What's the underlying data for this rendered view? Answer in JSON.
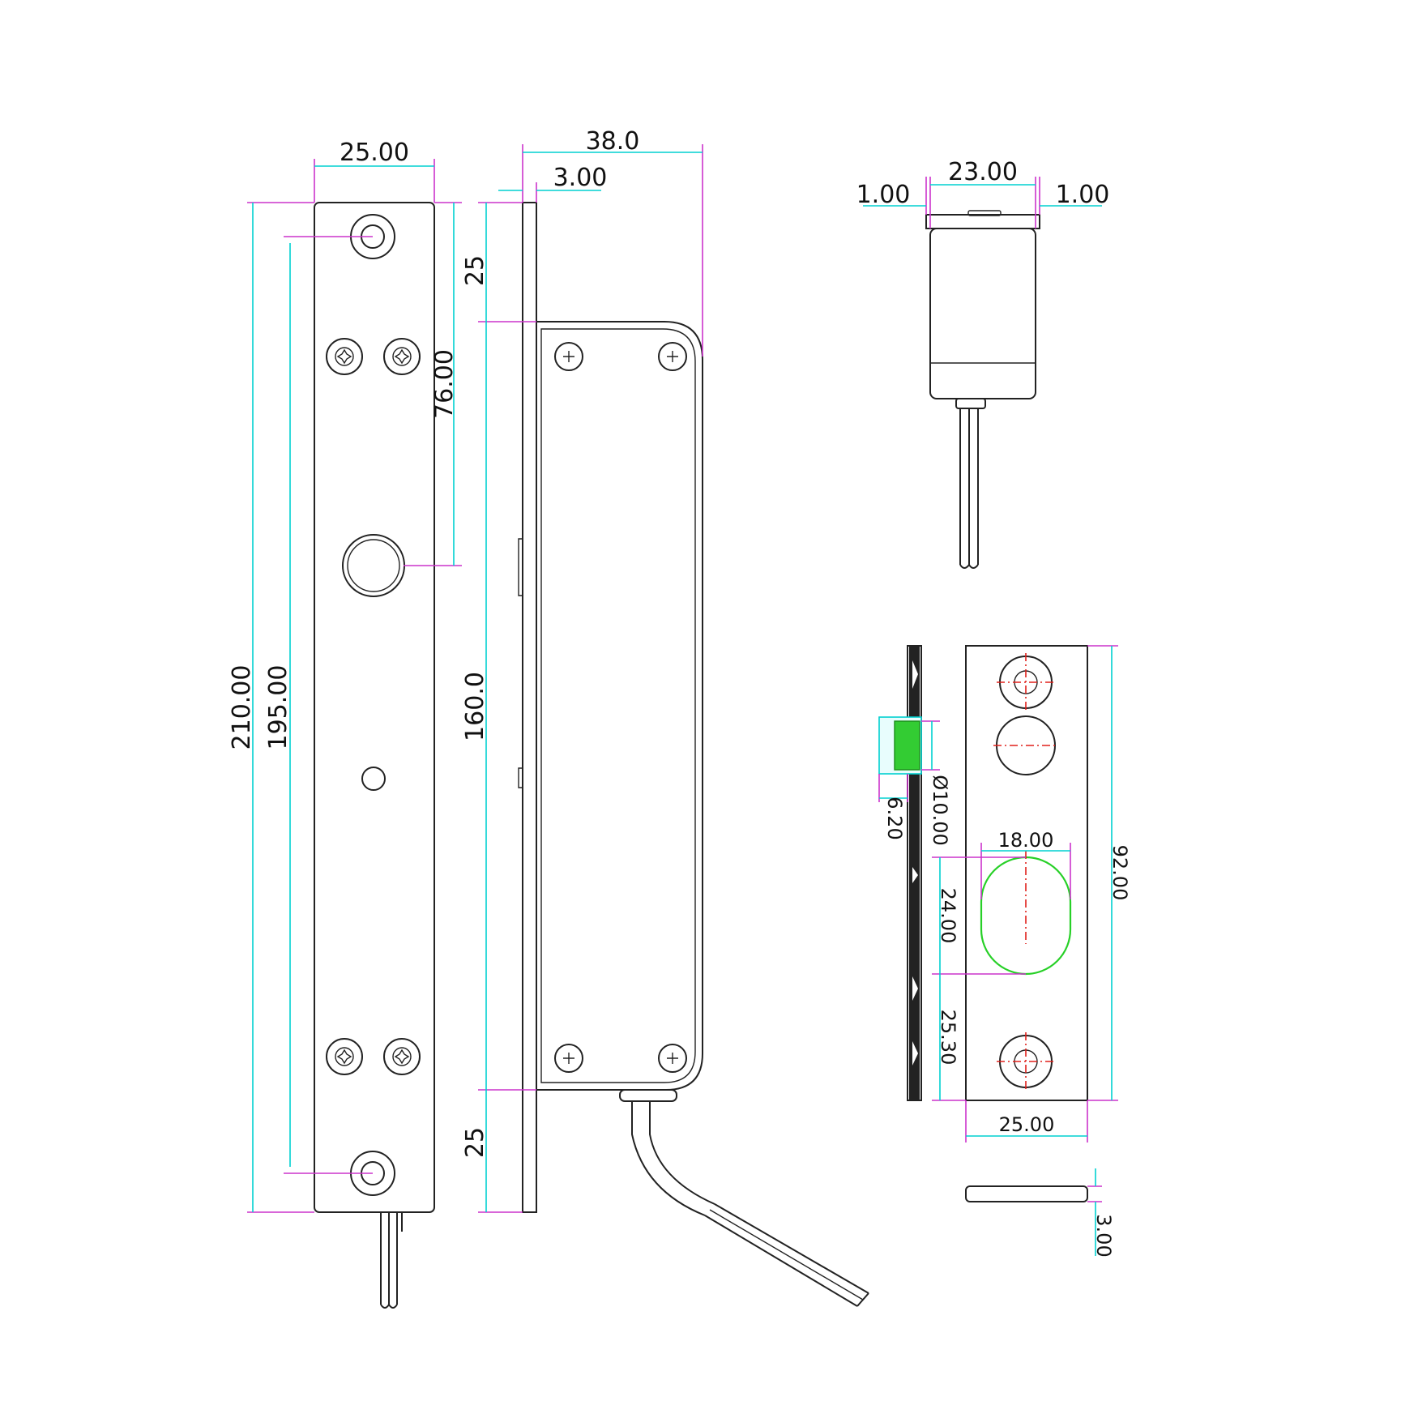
{
  "colors": {
    "outline": "#222222",
    "dimension_line": "#00d0d0",
    "extension_line": "#cc33cc",
    "center_line": "#e0211b",
    "slot_outline": "#27d027",
    "section_fill": "#33cc33"
  },
  "front_view": {
    "width": "25.00",
    "overall_length": "210.00",
    "hole_pitch": "195.00",
    "bolt_offset": "76.00"
  },
  "side_view": {
    "depth": "38.0",
    "plate_thickness": "3.00",
    "top_offset": "25",
    "body_length": "160.0",
    "bottom_offset": "25"
  },
  "top_view": {
    "body_width": "23.00",
    "left_margin": "1.00",
    "right_margin": "1.00"
  },
  "strike_plate": {
    "height": "92.00",
    "width": "25.00",
    "slot_width": "18.00",
    "slot_height": "24.00",
    "slot_to_hole": "25.30",
    "pin_diameter": "Ø10.00",
    "pin_depth": "6.20",
    "thickness": "3.00"
  }
}
